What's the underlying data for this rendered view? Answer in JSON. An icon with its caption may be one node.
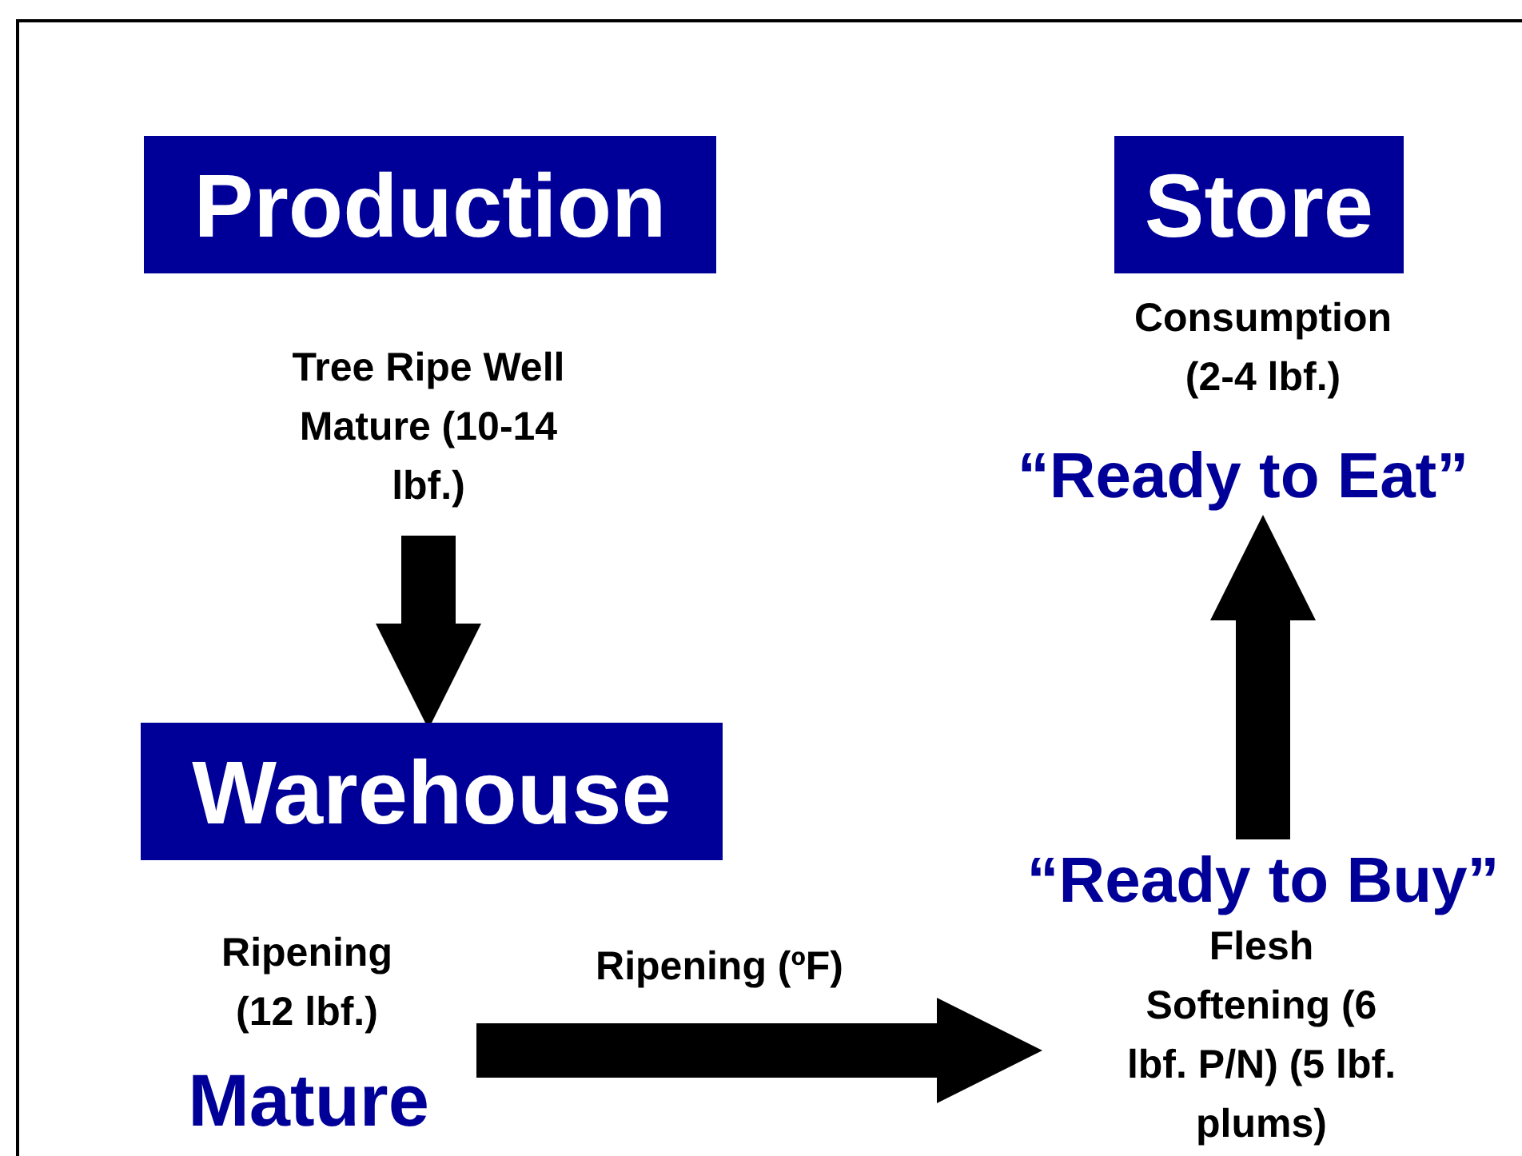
{
  "diagram": {
    "nodes": [
      {
        "text": [
          "Production"
        ]
      },
      {
        "text": [
          "Tree Ripe Well Mature (10-14 lbf.)"
        ]
      },
      {
        "text": [
          "Warehouse"
        ]
      },
      {
        "text": [
          "Ripening (12 lbf.)"
        ]
      },
      {
        "text": [
          "Mature"
        ]
      },
      {
        "text": [
          "Flesh Softening (6 lbf. P/N) (5 lbf. plums)"
        ]
      },
      {
        "text": [
          "“Ready to Buy”"
        ]
      },
      {
        "text": [
          "“Ready to Eat”"
        ]
      },
      {
        "text": [
          "Store"
        ]
      },
      {
        "text": [
          "Consumption (2-4 lbf.)"
        ]
      }
    ],
    "edges": [
      {
        "from": 1,
        "to": 2,
        "arrow": "to"
      },
      {
        "from": 4,
        "to": 5,
        "arrow": "to",
        "label": "Ripening (ºF)"
      },
      {
        "from": 6,
        "to": 7,
        "arrow": "to"
      }
    ]
  }
}
